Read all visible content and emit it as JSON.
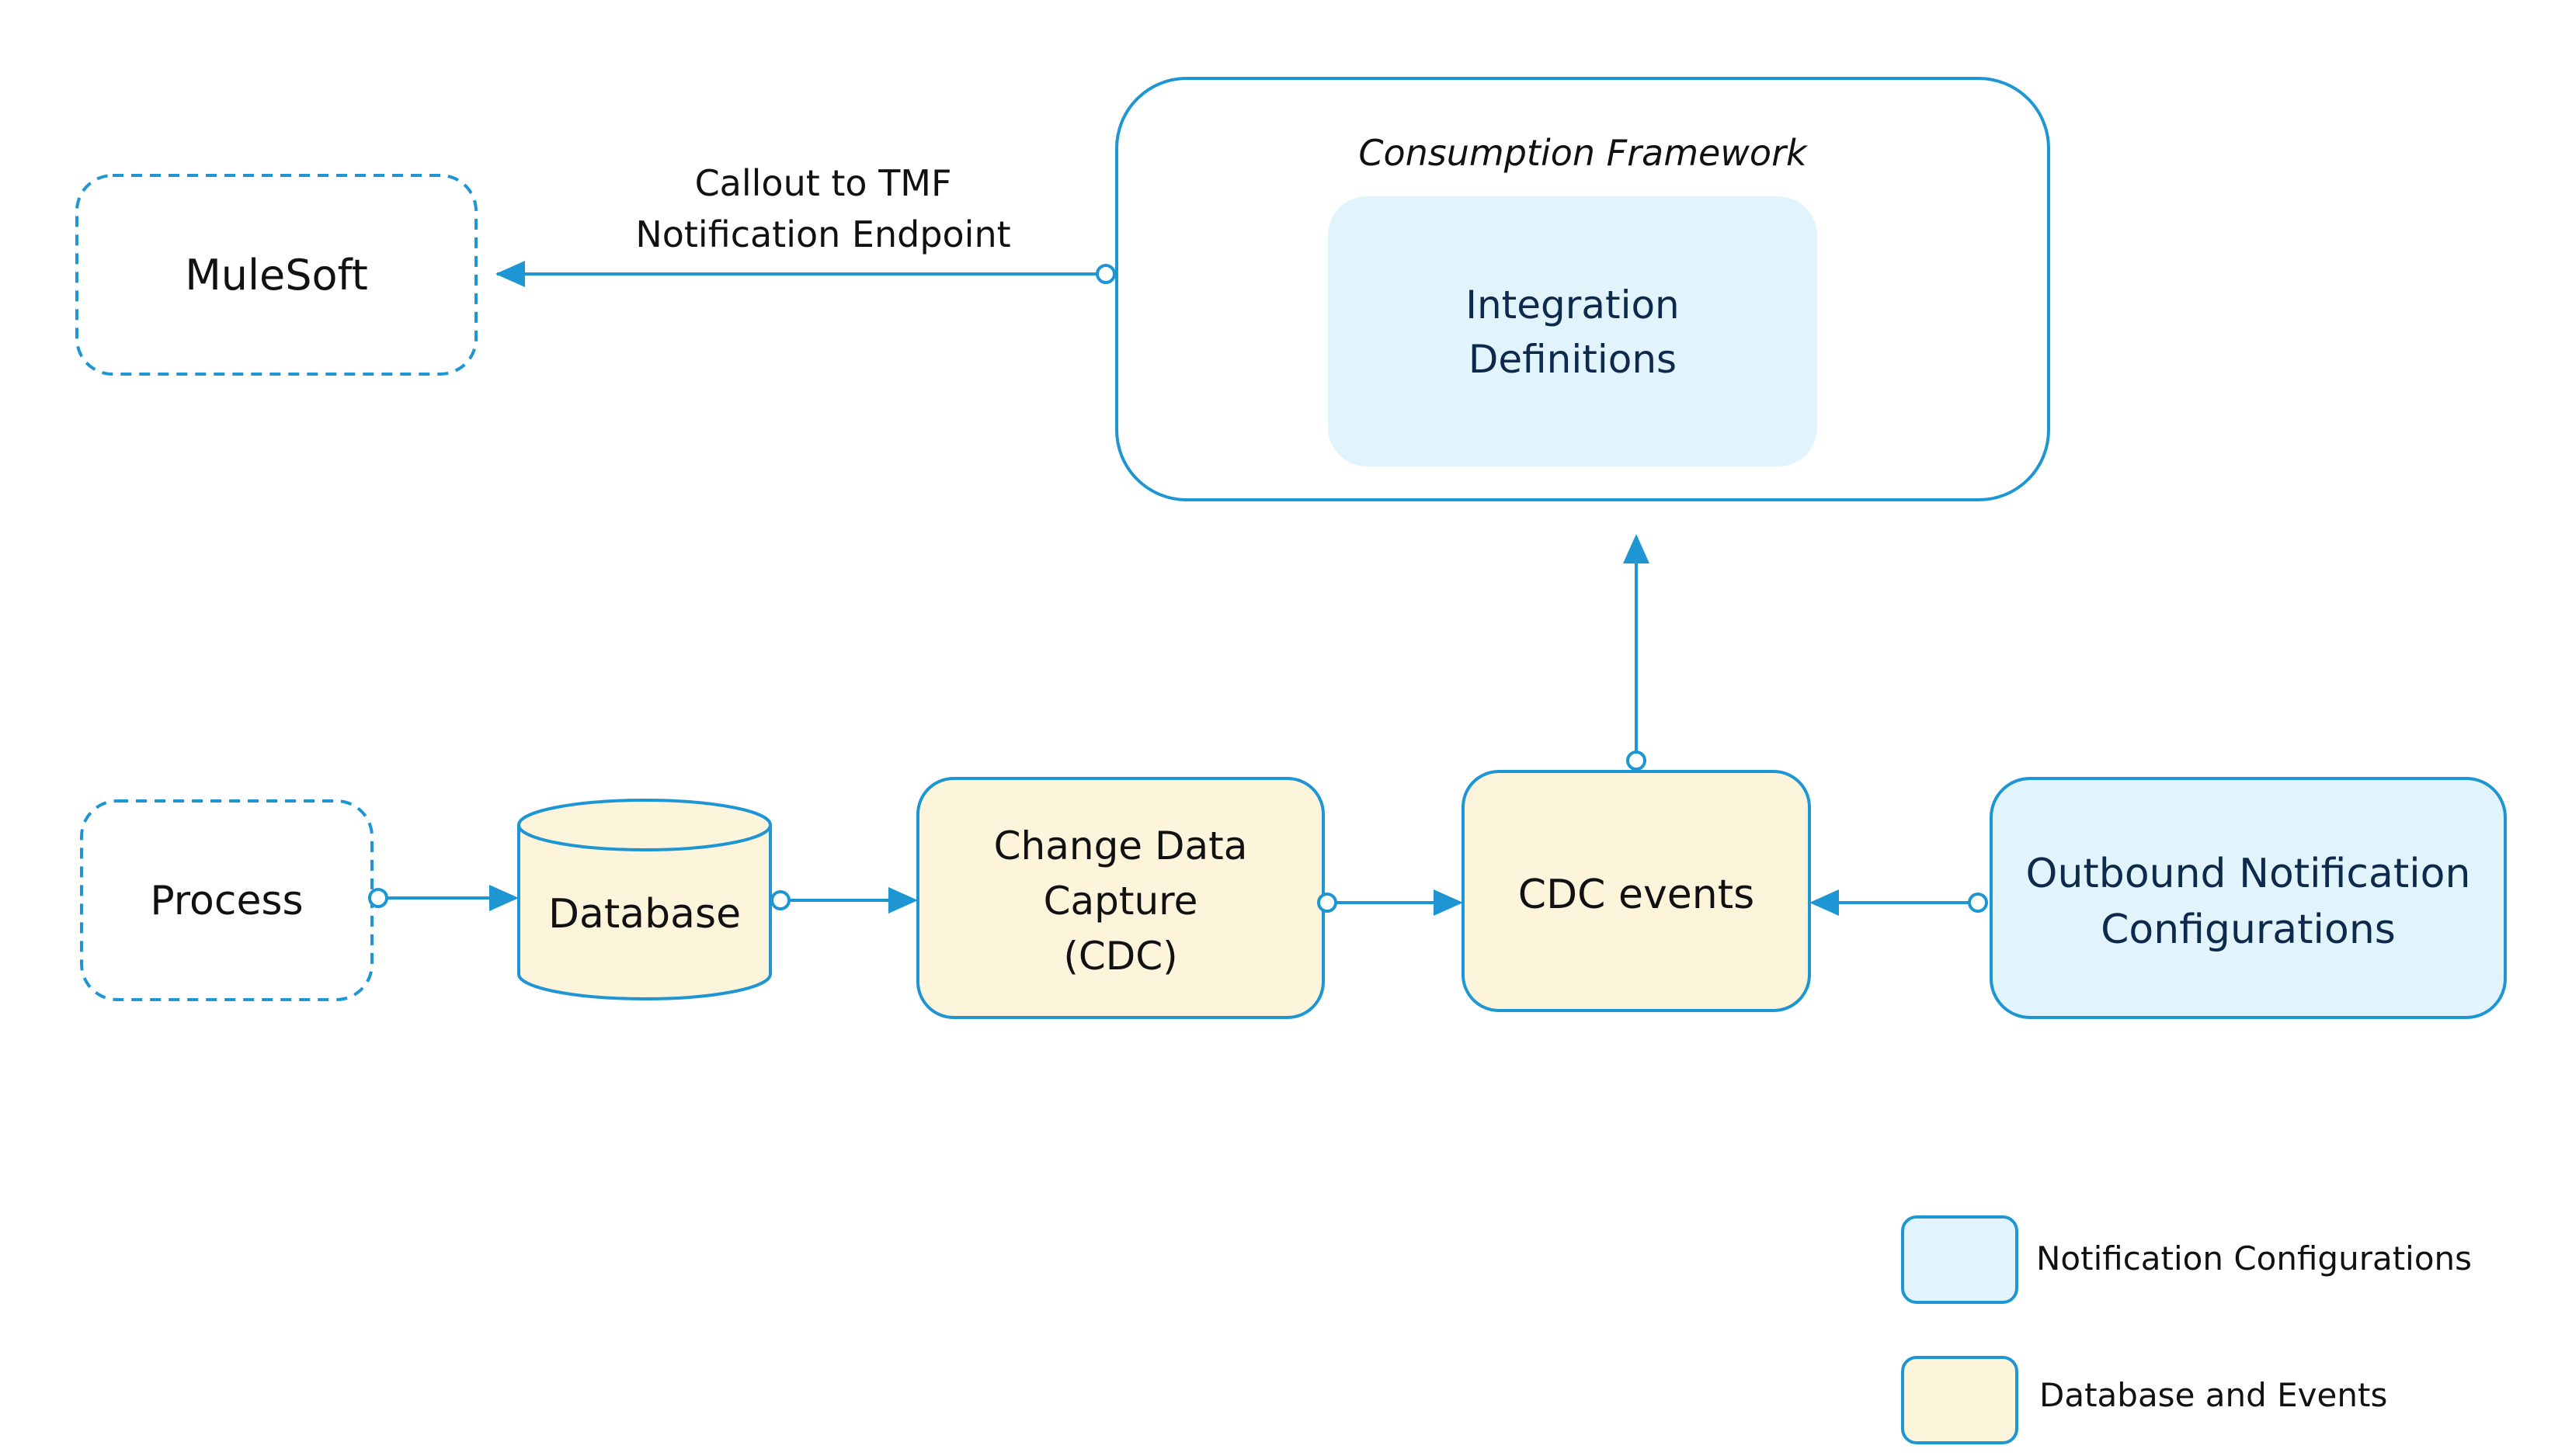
{
  "colors": {
    "stroke": "#1d96d3",
    "notification_fill": "#e1f4fc",
    "database_fill": "#fdf4dc",
    "label_dark": "#111111",
    "label_blue": "#0d2a4d"
  },
  "nodes": {
    "mulesoft": {
      "label": "MuleSoft",
      "style": "dashed"
    },
    "process": {
      "label": "Process",
      "style": "dashed"
    },
    "database": {
      "label": "Database",
      "shape": "cylinder"
    },
    "cdc": {
      "line1": "Change Data",
      "line2": "Capture",
      "line3": "(CDC)"
    },
    "cdc_events": {
      "label": "CDC events"
    },
    "outbound": {
      "line1": "Outbound Notification",
      "line2": "Configurations"
    },
    "consumption_framework": {
      "title": "Consumption Framework",
      "inner": {
        "line1": "Integration",
        "line2": "Definitions"
      }
    }
  },
  "edges": {
    "callout": {
      "line1": "Callout to TMF",
      "line2": "Notification Endpoint"
    }
  },
  "legend": [
    {
      "label": "Notification Configurations",
      "fill": "#e1f4fc"
    },
    {
      "label": "Database and Events",
      "fill": "#fdf4dc"
    }
  ]
}
